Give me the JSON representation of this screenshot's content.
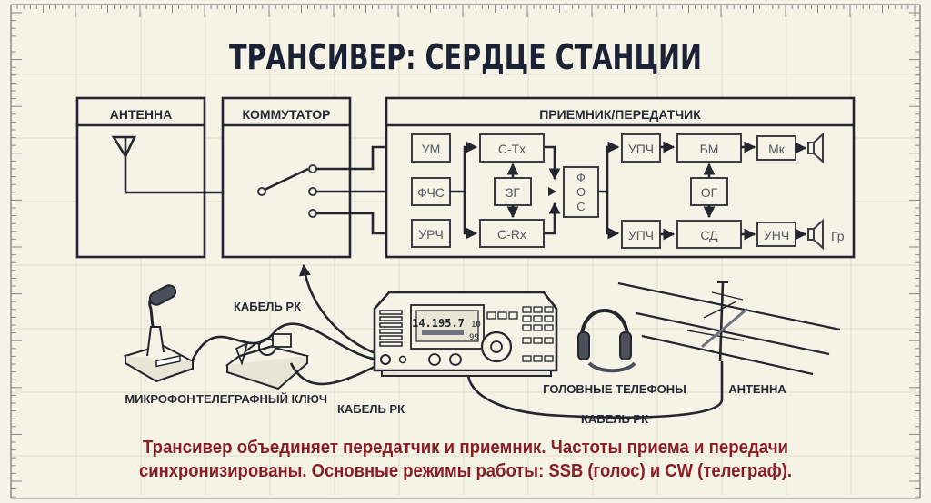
{
  "title": "ТРАНСИВЕР: СЕРДЦЕ СТАНЦИИ",
  "panels": {
    "antenna": "АНТЕННА",
    "switch": "КОММУТАТОР",
    "transceiver": "ПРИЕМНИК/ПЕРЕДАТЧИК"
  },
  "blocks": {
    "um": "УМ",
    "fchs": "ФЧС",
    "urch": "УРЧ",
    "ctx": "С-Tx",
    "zg": "ЗГ",
    "crx": "С-Rx",
    "fos": [
      "Ф",
      "О",
      "С"
    ],
    "upch_top": "УПЧ",
    "bm": "БМ",
    "og": "ОГ",
    "mk": "Мк",
    "upch_bottom": "УПЧ",
    "sd": "СД",
    "unch": "УНЧ",
    "gr": "Гр"
  },
  "equipment": {
    "microphone": "МИКРОФОН",
    "telegraph_key": "ТЕЛЕГРАФНЫЙ КЛЮЧ",
    "headphones": "ГОЛОВНЫЕ ТЕЛЕФОНЫ",
    "antenna": "АНТЕННА",
    "cable_top": "КАБЕЛЬ РК",
    "cable_key": "КАБЕЛЬ РК",
    "cable_antenna": "КАБЕЛЬ РК",
    "radio_freq": "14.195.7",
    "radio_freq_suffix": "10",
    "radio_mem": "99"
  },
  "caption": {
    "line1": "Трансивер объединяет передатчик и приемник. Частоты приема и передачи",
    "line2": "синхронизированы. Основные режимы работы: SSB (голос) и CW (телеграф)."
  },
  "colors": {
    "background": "#f5f2e6",
    "ink": "#23262e",
    "caption": "#8a1e25"
  }
}
